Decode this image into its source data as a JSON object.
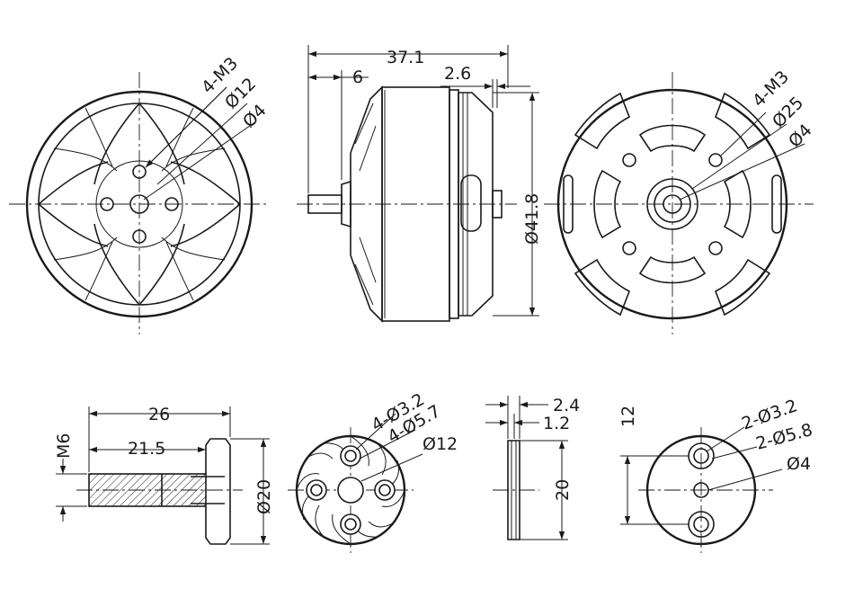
{
  "views": {
    "front": {
      "label_holes": "4-M3",
      "label_d_outer": "Ø12",
      "label_d_inner": "Ø4"
    },
    "side": {
      "dim_length": "37.1",
      "dim_shaft": "6",
      "dim_gap": "2.6",
      "dim_diameter": "Ø41.8"
    },
    "back": {
      "label_holes": "4-M3",
      "label_d_outer": "Ø25",
      "label_d_inner": "Ø4"
    },
    "prop_adapter_side": {
      "dim_length": "26",
      "dim_thread_len": "21.5",
      "dim_thread": "M6",
      "dim_diameter": "Ø20"
    },
    "prop_adapter_front": {
      "label_a": "4-Ø3.2",
      "label_b": "4-Ø5.7",
      "label_c": "Ø12"
    },
    "washer_side": {
      "dim_a": "2.4",
      "dim_b": "1.2",
      "dim_height": "20"
    },
    "washer_front": {
      "dim_spacing": "12",
      "label_a": "2-Ø3.2",
      "label_b": "2-Ø5.8",
      "label_c": "Ø4"
    }
  }
}
